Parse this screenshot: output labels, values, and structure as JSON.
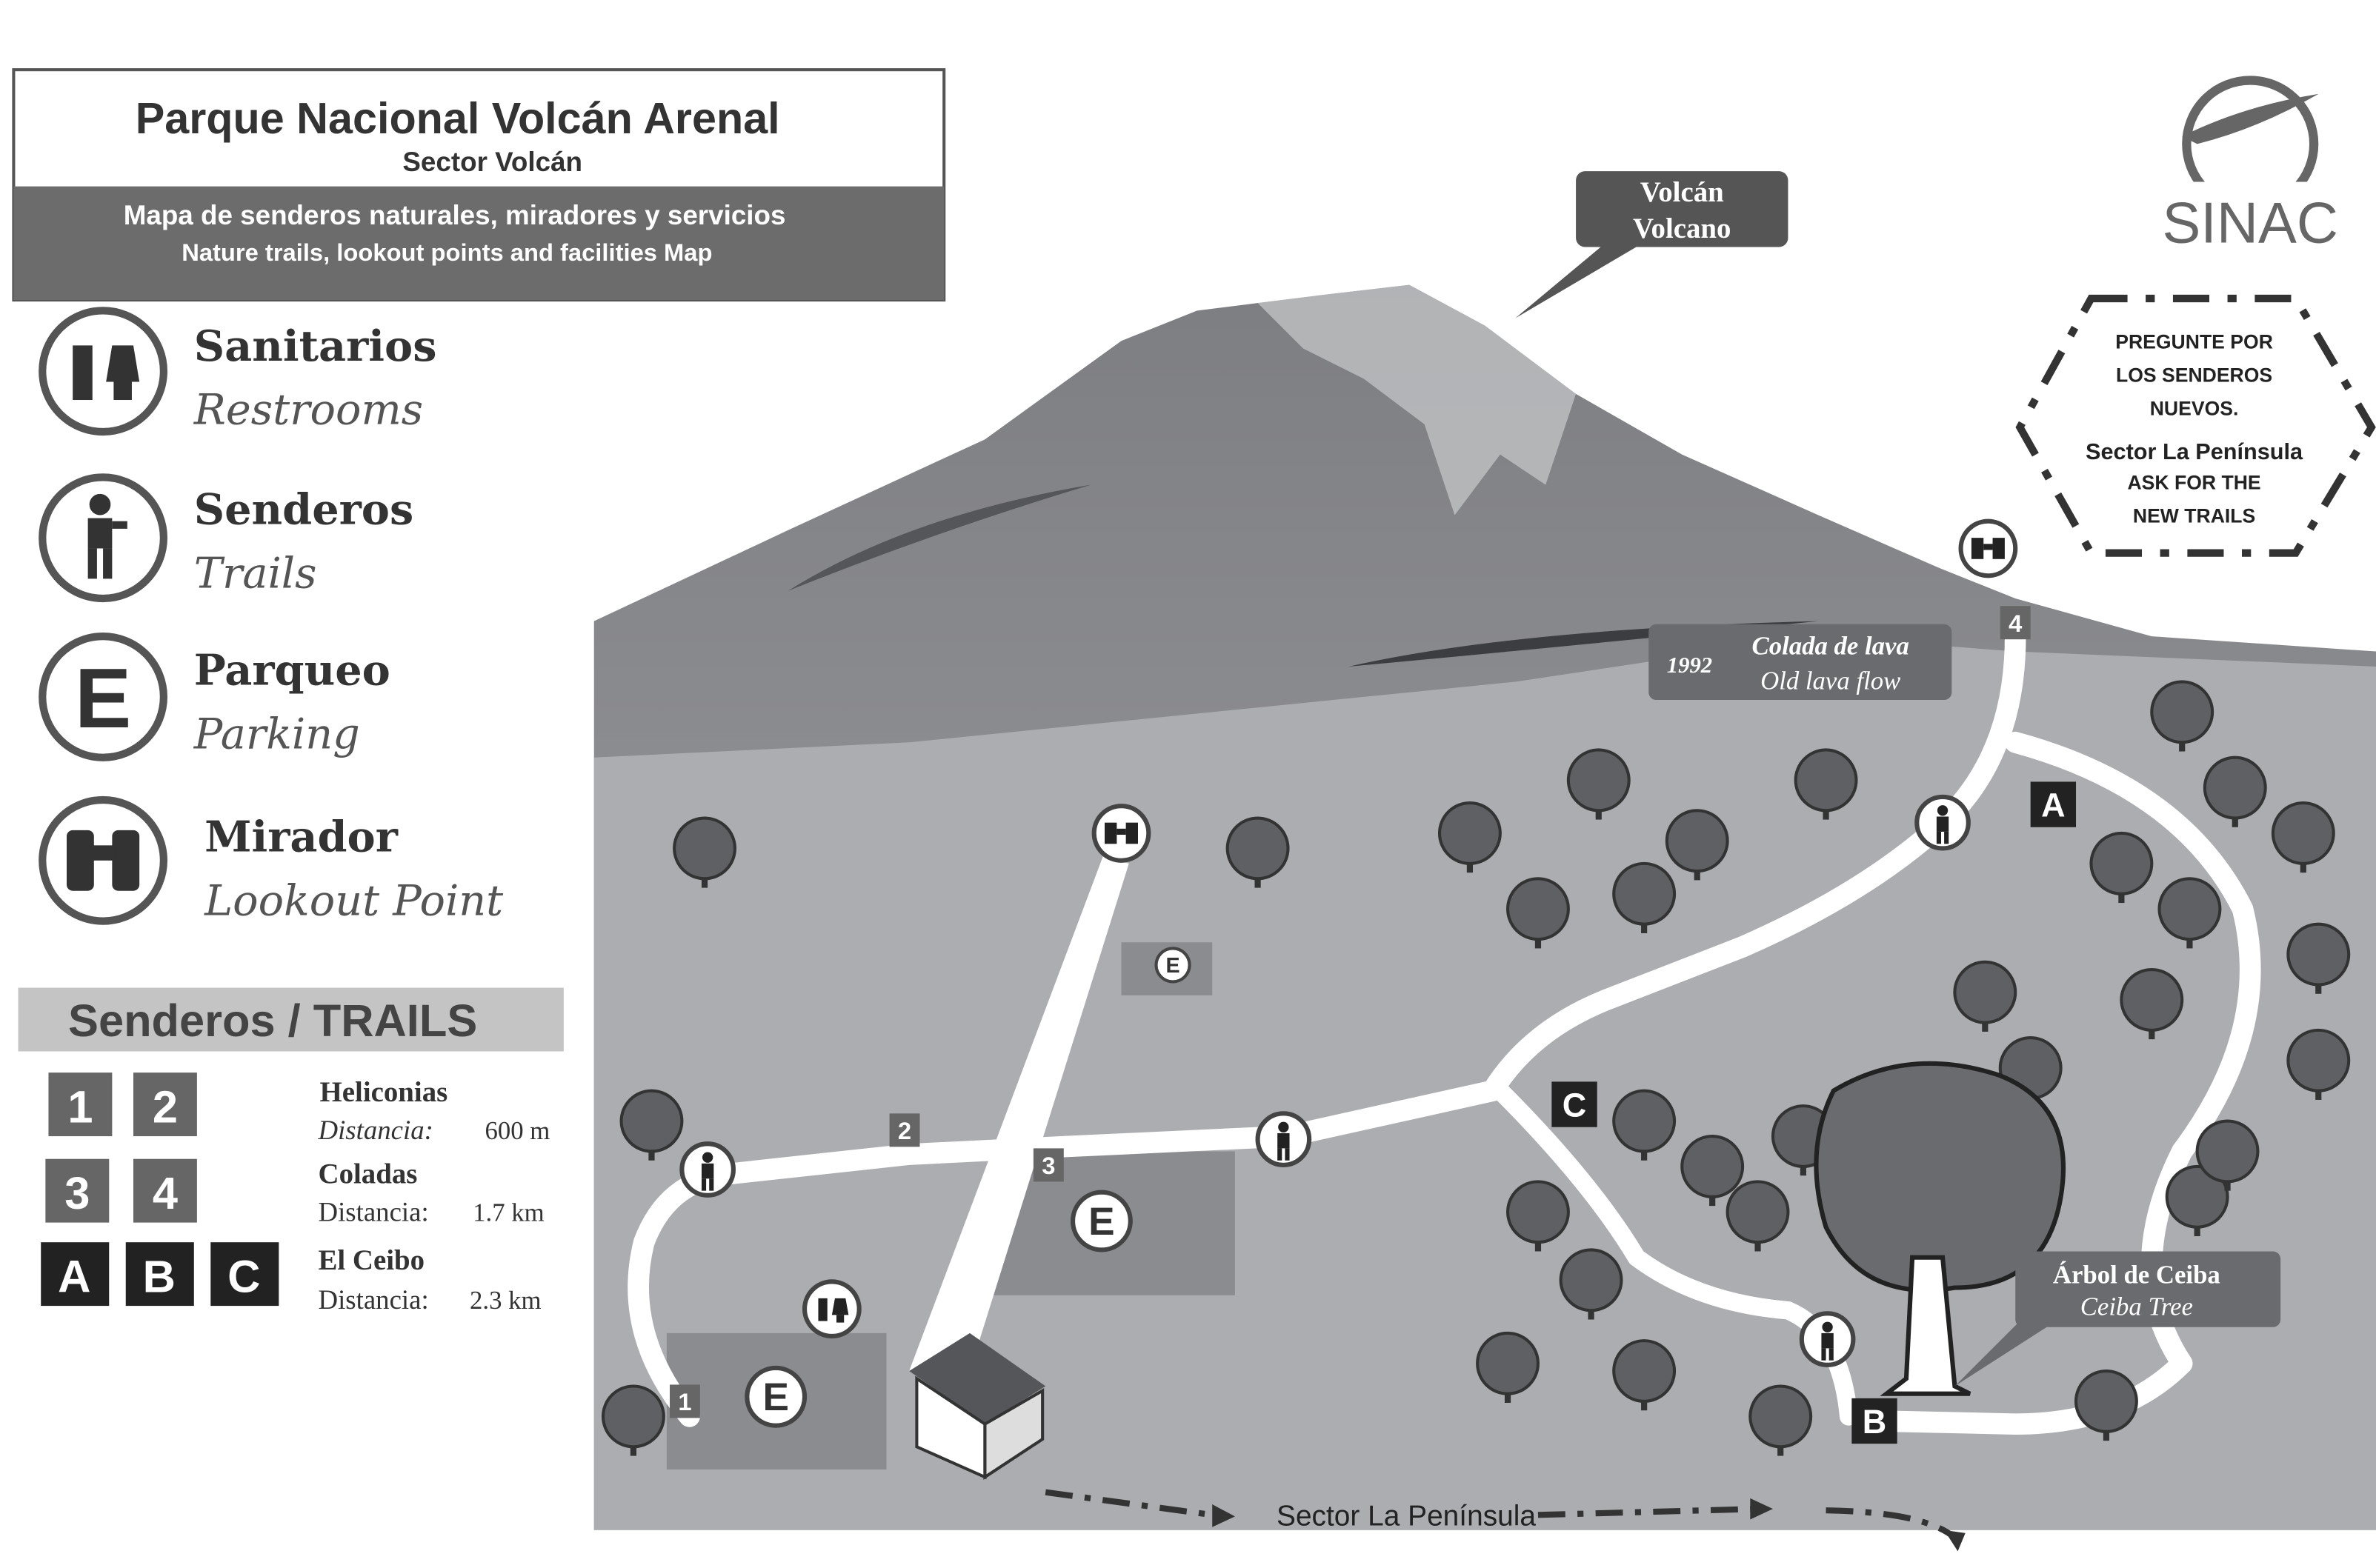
{
  "header": {
    "title": "Parque Nacional Volcán Arenal",
    "subtitle": "Sector Volcán",
    "description_es": "Mapa de senderos naturales, miradores y servicios",
    "description_en": "Nature trails, lookout points and facilities Map"
  },
  "logo": {
    "text": "SINAC"
  },
  "legend": {
    "items": [
      {
        "icon": "restroom-icon",
        "label_es": "Sanitarios",
        "label_en": "Restrooms"
      },
      {
        "icon": "hiker-icon",
        "label_es": "Senderos",
        "label_en": "Trails"
      },
      {
        "icon": "parking-icon",
        "glyph": "E",
        "label_es": "Parqueo",
        "label_en": "Parking"
      },
      {
        "icon": "binoculars-icon",
        "label_es": "Mirador",
        "label_en": "Lookout Point"
      }
    ]
  },
  "trails": {
    "heading": "Senderos / TRAILS",
    "list": [
      {
        "codes": [
          "1",
          "2"
        ],
        "name": "Heliconias",
        "distance_label": "Distancia:",
        "distance": "600 m"
      },
      {
        "codes": [
          "3",
          "4"
        ],
        "name": "Coladas",
        "distance_label": "Distancia:",
        "distance": "1.7 km"
      },
      {
        "codes": [
          "A",
          "B",
          "C"
        ],
        "name": "El Ceibo",
        "distance_label": "Distancia:",
        "distance": "2.3 km"
      }
    ]
  },
  "notice": {
    "lines": [
      "PREGUNTE POR",
      "LOS SENDEROS",
      "NUEVOS.",
      "Sector La Península",
      "ASK FOR THE",
      "NEW TRAILS"
    ]
  },
  "map": {
    "volcano_label": {
      "es": "Volcán",
      "en": "Volcano"
    },
    "lava_flow": {
      "year": "1992",
      "es": "Colada de lava",
      "en": "Old lava flow"
    },
    "ceiba": {
      "es": "Árbol de Ceiba",
      "en": "Ceiba Tree"
    },
    "bottom_sector": "Sector La Península",
    "parking_glyph": "E",
    "trail_markers": {
      "m1": "1",
      "m2": "2",
      "m3": "3",
      "m4": "4",
      "mA": "A",
      "mB": "B",
      "mC": "C"
    }
  },
  "colors": {
    "dark": "#2b2b2b",
    "mid": "#6f6f6f",
    "ground": "#a9aaad",
    "mountain": "#8e8f93",
    "trail": "#ffffff"
  }
}
